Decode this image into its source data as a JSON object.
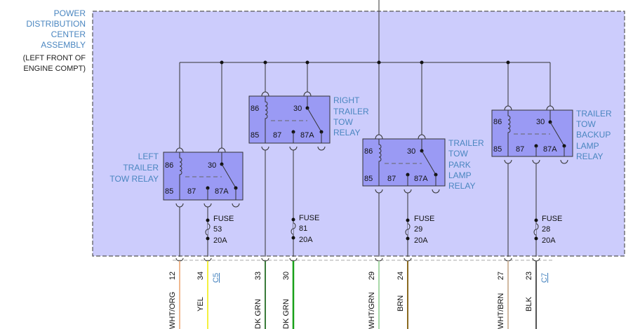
{
  "title_block": {
    "lines": [
      "POWER",
      "DISTRIBUTION",
      "CENTER",
      "ASSEMBLY"
    ],
    "location_lines": [
      "(LEFT FRONT OF",
      "ENGINE COMPT)"
    ]
  },
  "relays": [
    {
      "id": "left-trailer-tow-relay",
      "name_lines": [
        "LEFT",
        "TRAILER",
        "TOW RELAY"
      ],
      "pins": {
        "p86": "86",
        "p85": "85",
        "p30": "30",
        "p87": "87",
        "p87a": "87A"
      }
    },
    {
      "id": "right-trailer-tow-relay",
      "name_lines": [
        "RIGHT",
        "TRAILER",
        "TOW",
        "RELAY"
      ],
      "pins": {
        "p86": "86",
        "p85": "85",
        "p30": "30",
        "p87": "87",
        "p87a": "87A"
      }
    },
    {
      "id": "trailer-tow-park-lamp-relay",
      "name_lines": [
        "TRAILER",
        "TOW",
        "PARK",
        "LAMP",
        "RELAY"
      ],
      "pins": {
        "p86": "86",
        "p85": "85",
        "p30": "30",
        "p87": "87",
        "p87a": "87A"
      }
    },
    {
      "id": "trailer-tow-backup-lamp-relay",
      "name_lines": [
        "TRAILER",
        "TOW",
        "BACKUP",
        "LAMP",
        "RELAY"
      ],
      "pins": {
        "p86": "86",
        "p85": "85",
        "p30": "30",
        "p87": "87",
        "p87a": "87A"
      }
    }
  ],
  "fuses": [
    {
      "label": "FUSE",
      "number": "53",
      "rating": "20A"
    },
    {
      "label": "FUSE",
      "number": "81",
      "rating": "20A"
    },
    {
      "label": "FUSE",
      "number": "29",
      "rating": "20A"
    },
    {
      "label": "FUSE",
      "number": "28",
      "rating": "20A"
    }
  ],
  "circuits": [
    {
      "pin": "12",
      "color_code": "WHT/ORG",
      "wire_color": "#f0b890",
      "connector": ""
    },
    {
      "pin": "34",
      "color_code": "YEL",
      "wire_color": "#f4f040",
      "connector": "C5"
    },
    {
      "pin": "33",
      "color_code": "DK GRN",
      "wire_color": "#3a7a3a",
      "connector": ""
    },
    {
      "pin": "30",
      "color_code": "DK GRN",
      "wire_color": "#18a018",
      "connector": ""
    },
    {
      "pin": "29",
      "color_code": "WHT/GRN",
      "wire_color": "#a8d8a8",
      "connector": ""
    },
    {
      "pin": "24",
      "color_code": "BRN",
      "wire_color": "#8a6a20",
      "connector": ""
    },
    {
      "pin": "27",
      "color_code": "WHT/BRN",
      "wire_color": "#d0b8a0",
      "connector": ""
    },
    {
      "pin": "23",
      "color_code": "BLK",
      "wire_color": "#555555",
      "connector": "C7"
    }
  ],
  "colors": {
    "assembly_fill": "#ccccfc",
    "relay_fill": "#9a9af4",
    "label_blue": "#4a86c0",
    "wire_line": "#333333"
  }
}
